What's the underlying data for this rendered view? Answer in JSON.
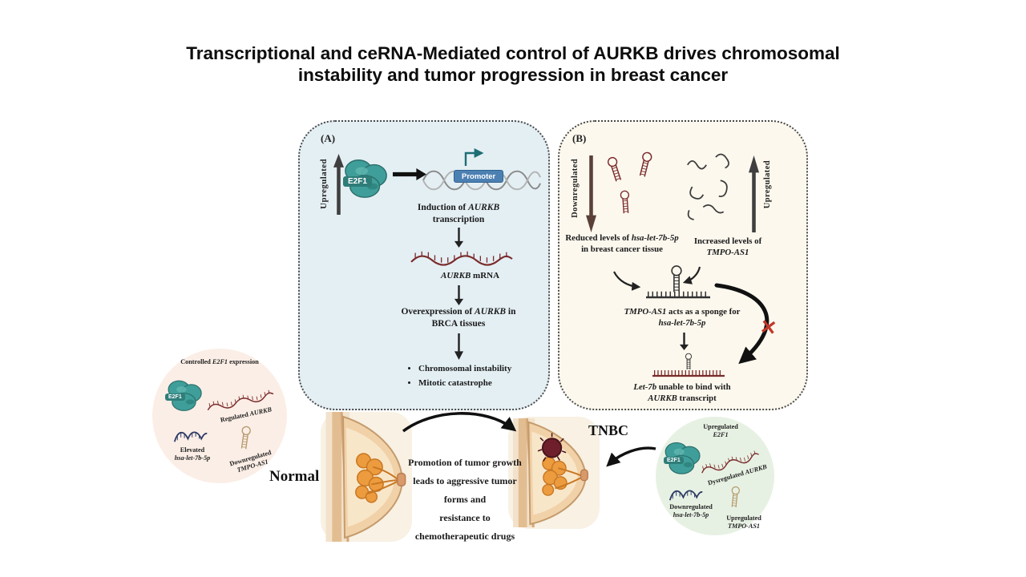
{
  "title": {
    "line1": "Transcriptional and ceRNA-Mediated control of AURKB drives chromosomal",
    "line2": "instability and tumor progression in breast cancer"
  },
  "panel_a": {
    "label": "(A)",
    "upregulated": "Upregulated",
    "e2f1": "E2F1",
    "promoter": "Promoter",
    "induction_parts": [
      "Induction of ",
      "AURKB",
      " transcription"
    ],
    "mrna_parts": [
      "AURKB",
      " mRNA"
    ],
    "overexpression_parts": [
      "Overexpression of ",
      "AURKB",
      " in BRCA tissues"
    ],
    "bullets": [
      "Chromosomal instability",
      "Mitotic catastrophe"
    ]
  },
  "panel_b": {
    "label": "(B)",
    "downregulated": "Downregulated",
    "upregulated": "Upregulated",
    "reduced_parts": [
      "Reduced levels of ",
      "hsa-let-7b-5p",
      " in breast cancer tissue"
    ],
    "increased_parts": [
      "Increased levels of",
      "TMPO-AS1"
    ],
    "sponge_parts": [
      "TMPO-AS1",
      " acts as a sponge for ",
      "hsa-let-7b-5p"
    ],
    "unable_parts": [
      "Let-7b",
      " unable to bind with ",
      "AURKB",
      " transcript"
    ],
    "cross": "✕"
  },
  "normal_state": {
    "controlled_parts": [
      "Controlled ",
      "E2F1",
      " expression"
    ],
    "e2f1": "E2F1",
    "regulated_parts": [
      "Regulated ",
      "AURKB"
    ],
    "elevated_parts": [
      "Elevated",
      "hsa-let-7b-5p"
    ],
    "down_tmpo_parts": [
      "Downregulated",
      "TMPO-AS1"
    ]
  },
  "bottom": {
    "normal_label": "Normal",
    "tnbc_label": "TNBC",
    "promotion_lines": [
      "Promotion of tumor growth",
      "leads to aggressive tumor",
      "forms and",
      "resistance to",
      "chemotherapeutic drugs"
    ]
  },
  "tnbc_state": {
    "up_e2f1_parts": [
      "Upregulated",
      "E2F1"
    ],
    "e2f1": "E2F1",
    "dysregulated_parts": [
      "Dysregulated ",
      "AURKB"
    ],
    "down_let7_parts": [
      "Downregulated",
      "hsa-let-7b-5p"
    ],
    "up_tmpo_parts": [
      "Upregulated",
      "TMPO-AS1"
    ]
  },
  "colors": {
    "panel_a_bg": "#e4eff4",
    "panel_b_bg": "#fcf8ee",
    "normal_circle_bg": "#fbeee6",
    "tnbc_circle_bg": "#e7f1e3",
    "protein_teal": "#3f9e99",
    "mrna_red": "#7a2b2b",
    "promoter_blue": "#4c80b2",
    "cross_red": "#c0392b"
  }
}
